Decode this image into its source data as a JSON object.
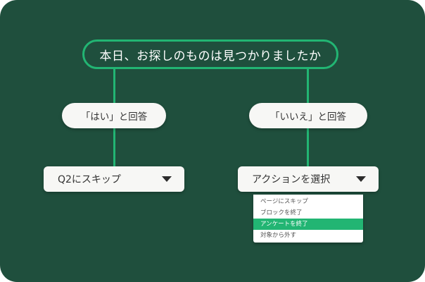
{
  "colors": {
    "background": "#1f4f3d",
    "accent": "#22b573",
    "card": "#f7f7f5",
    "text_dark": "#333333",
    "text_light": "#ffffff"
  },
  "question": {
    "text": "本日、お探しのものは見つかりましたか"
  },
  "branches": [
    {
      "answer_label": "「はい」と回答",
      "action": {
        "selected": "Q2にスキップ",
        "icon": "caret-down-icon"
      }
    },
    {
      "answer_label": "「いいえ」と回答",
      "action": {
        "selected": "アクションを選択",
        "icon": "caret-down-icon",
        "menu_open": true,
        "options": [
          {
            "label": "ページにスキップ",
            "highlighted": false
          },
          {
            "label": "ブロックを終了",
            "highlighted": false
          },
          {
            "label": "アンケートを終了",
            "highlighted": true
          },
          {
            "label": "対象から外す",
            "highlighted": false
          }
        ]
      }
    }
  ]
}
